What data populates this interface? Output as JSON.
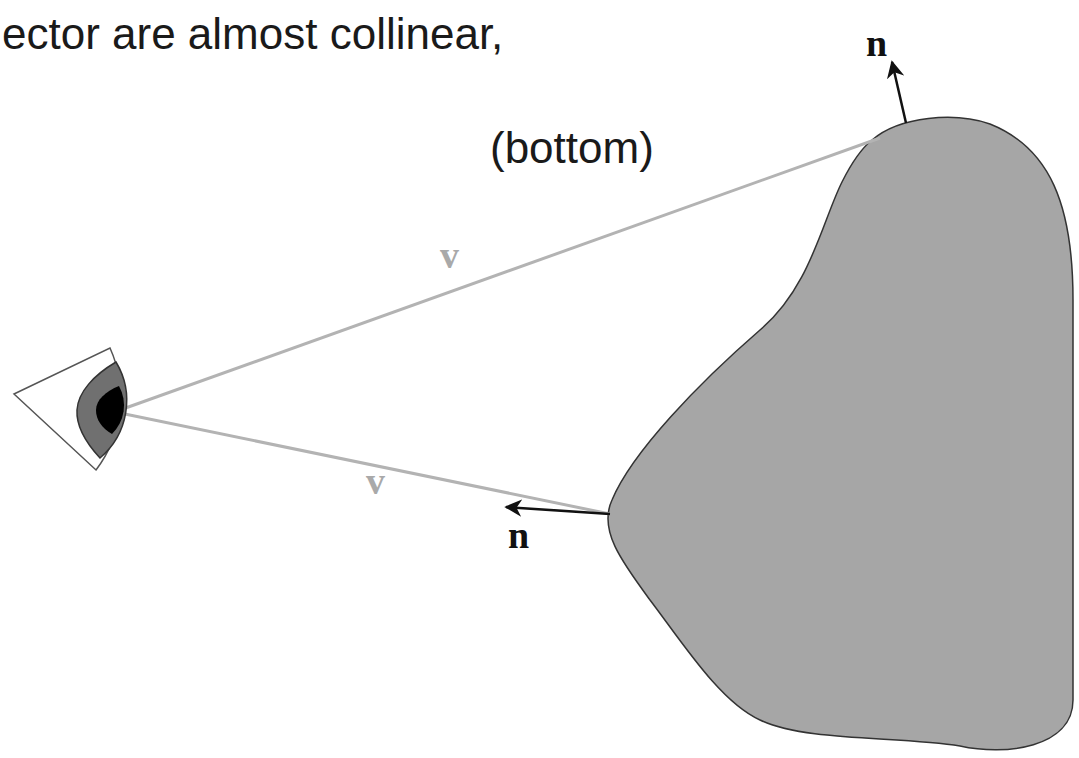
{
  "diagram": {
    "labels": [
      "ector are almost collinear,",
      "(bottom)",
      "v",
      "v",
      "n",
      "n"
    ]
  }
}
